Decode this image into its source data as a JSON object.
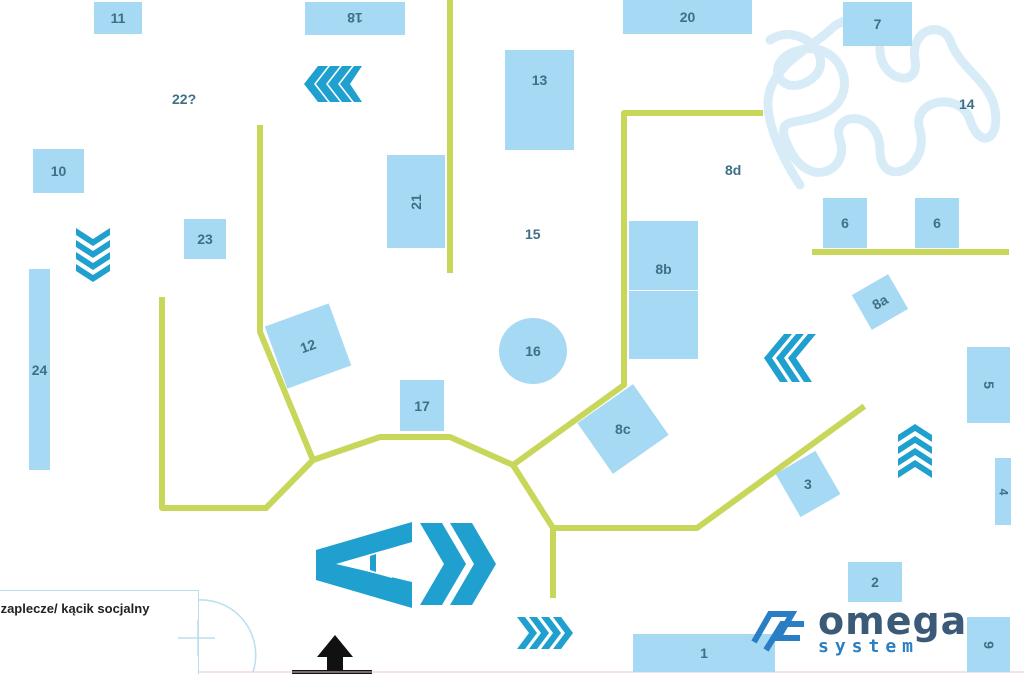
{
  "stands": {
    "s1": "1",
    "s2": "2",
    "s3": "3",
    "s4": "4",
    "s5": "5",
    "s6a": "6",
    "s6b": "6",
    "s7": "7",
    "s8a": "8a",
    "s8b": "8b",
    "s8c": "8c",
    "s8d": "8d",
    "s9": "9",
    "s10": "10",
    "s11": "11",
    "s12": "12",
    "s13": "13",
    "s14": "14",
    "s15": "15",
    "s16": "16",
    "s17": "17",
    "s18": "18",
    "s20": "20",
    "s21": "21",
    "s22": "22?",
    "s23": "23",
    "s24": "24"
  },
  "back_room_label": "zaplecze/ kącik socjalny",
  "logo": {
    "name": "omega",
    "sub": "system"
  },
  "colors": {
    "stand": "#a6d9f3",
    "wall": "#c8d75a",
    "arrow": "#1fa0cf",
    "label": "#3f6f86"
  },
  "icons": [
    "chevron-left-icon",
    "chevron-down-icon",
    "chevron-up-icon",
    "chevron-right-icon",
    "entrance-arrow-icon",
    "letter-a-icon",
    "wavy-line-icon"
  ]
}
